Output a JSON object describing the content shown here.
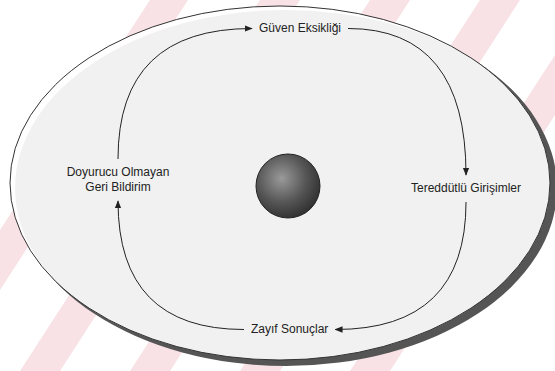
{
  "diagram": {
    "nodes": [
      {
        "text": [
          "Güven Eksikliği"
        ]
      },
      {
        "text": [
          "Tereddütlü Girişimler"
        ]
      },
      {
        "text": [
          "Zayıf Sonuçlar"
        ]
      },
      {
        "text": [
          "Doyurucu Olmayan Geri Bildirim"
        ]
      }
    ],
    "edges": [
      {
        "from": 0,
        "to": 1,
        "arrow": "to"
      },
      {
        "from": 1,
        "to": 2,
        "arrow": "to"
      },
      {
        "from": 2,
        "to": 3,
        "arrow": "to"
      },
      {
        "from": 3,
        "to": 0,
        "arrow": "to"
      }
    ]
  }
}
